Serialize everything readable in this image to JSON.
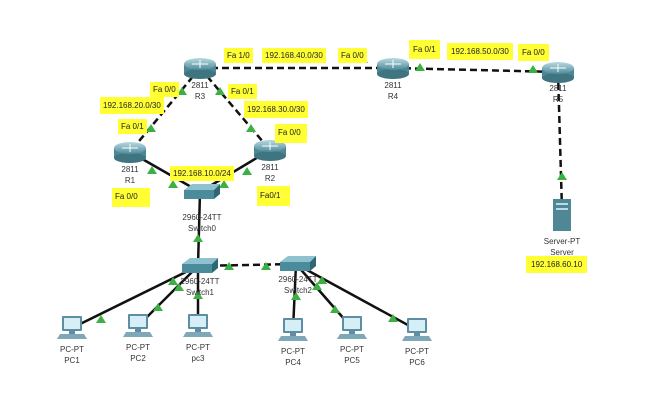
{
  "devices": {
    "r3": {
      "model": "2811",
      "name": "R3"
    },
    "r4": {
      "model": "2811",
      "name": "R4"
    },
    "r5": {
      "model": "2811",
      "name": "R5"
    },
    "r1": {
      "model": "2811",
      "name": "R1"
    },
    "r2": {
      "model": "2811",
      "name": "R2"
    },
    "switch0": {
      "model": "2960-24TT",
      "name": "Switch0"
    },
    "switch1": {
      "model": "2960-24TT",
      "name": "Switch1"
    },
    "switch2": {
      "model": "2960-24TT",
      "name": "Switch2"
    },
    "server": {
      "model": "Server-PT",
      "name": "Server"
    },
    "pc1": {
      "model": "PC-PT",
      "name": "PC1"
    },
    "pc2": {
      "model": "PC-PT",
      "name": "PC2"
    },
    "pc3": {
      "model": "PC-PT",
      "name": "pc3"
    },
    "pc4": {
      "model": "PC-PT",
      "name": "PC4"
    },
    "pc5": {
      "model": "PC-PT",
      "name": "PC5"
    },
    "pc6": {
      "model": "PC-PT",
      "name": "PC6"
    }
  },
  "annotations": {
    "r3_fa10": "Fa 1/0",
    "net40": "192.168.40.0/30",
    "r4_fa00": "Fa 0/0",
    "r4_fa01": "Fa 0/1",
    "net50": "192.168.50.0/30",
    "r5_fa00": "Fa 0/0",
    "r3_fa00": "Fa 0/0",
    "r3_fa01": "Fa 0/1",
    "net20": "192.168.20.0/30",
    "net30": "192.168.30.0/30",
    "r1_fa01": "Fa 0/1",
    "r2_fa00": "Fa 0/0",
    "net10": "192.168.10.0/24",
    "r1_fa00": "Fa 0/0",
    "r2_fa01": "Fa0/1",
    "server_ip": "192.168.60.10"
  },
  "colors": {
    "highlight": "#ffff33",
    "link_up": "#3cb043",
    "cable": "#111111"
  }
}
